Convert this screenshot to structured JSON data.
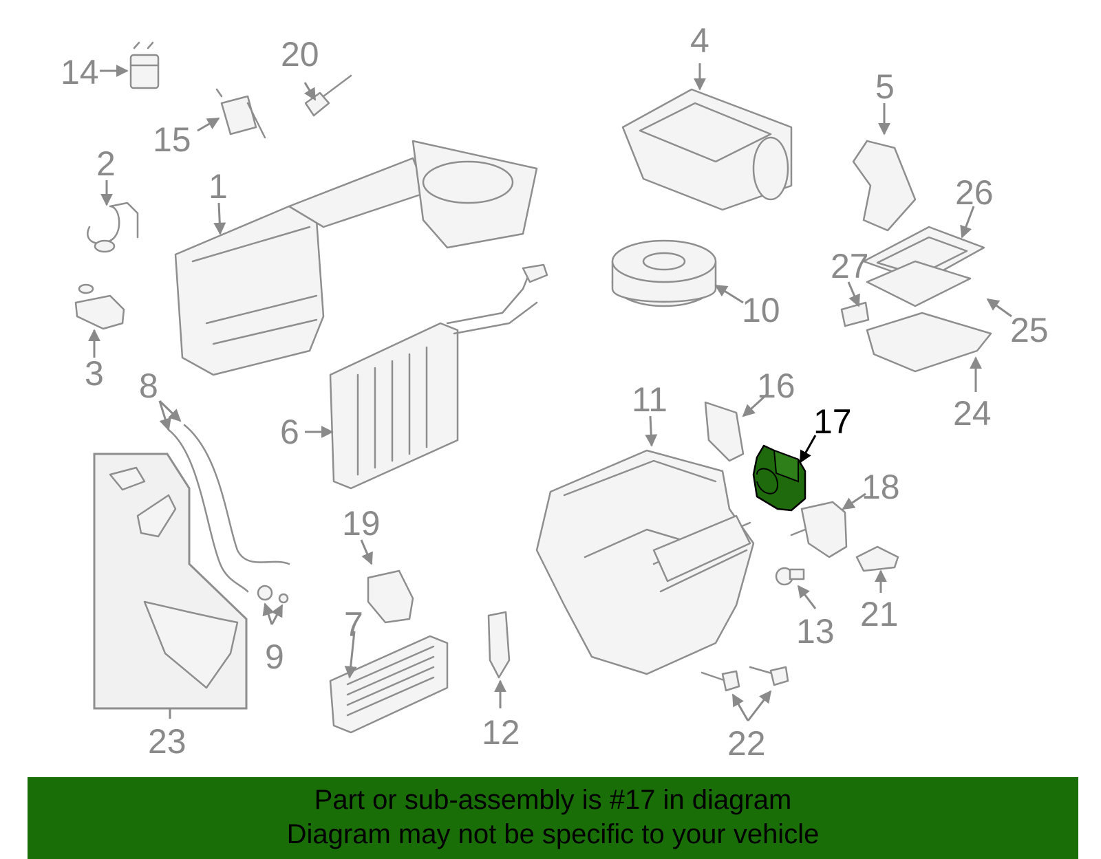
{
  "diagram": {
    "highlight_color": "#1f6a0d",
    "line_color": "#8e8e8e",
    "callouts": [
      "14",
      "20",
      "4",
      "15",
      "2",
      "1",
      "5",
      "26",
      "27",
      "10",
      "25",
      "3",
      "24",
      "8",
      "16",
      "11",
      "17",
      "6",
      "18",
      "19",
      "9",
      "7",
      "13",
      "21",
      "23",
      "12",
      "22"
    ]
  },
  "banner": {
    "background": "#1a6e08",
    "line1": "Part or sub-assembly is #17 in diagram",
    "line2": "Diagram may not be specific to your vehicle"
  }
}
